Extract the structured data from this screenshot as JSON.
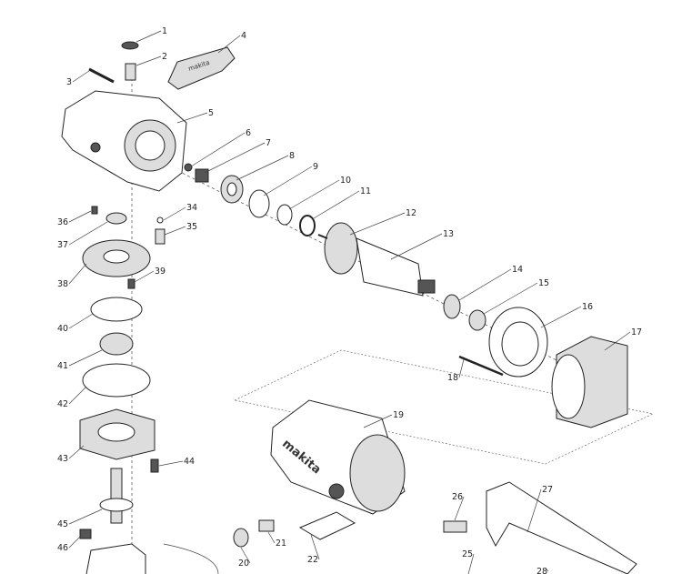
{
  "diagram": {
    "title": "Exploded parts view",
    "logo_text": "makita",
    "part_numbers": [
      "1",
      "2",
      "3",
      "4",
      "5",
      "6",
      "7",
      "8",
      "9",
      "10",
      "11",
      "12",
      "13",
      "14",
      "15",
      "16",
      "17",
      "18",
      "19",
      "20",
      "21",
      "22",
      "25",
      "26",
      "27",
      "28",
      "34",
      "35",
      "36",
      "37",
      "38",
      "39",
      "40",
      "41",
      "42",
      "43",
      "44",
      "45",
      "46"
    ]
  }
}
